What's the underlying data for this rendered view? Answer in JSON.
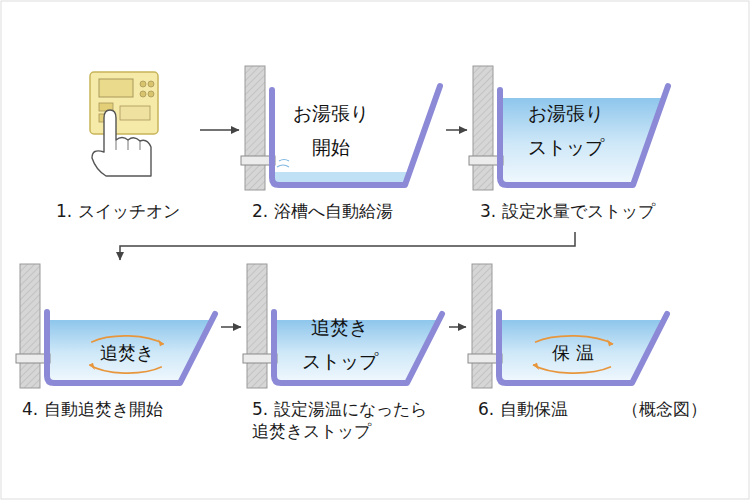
{
  "diagram": {
    "nodes": [
      {
        "text": [
          "1. スイッチオン"
        ]
      },
      {
        "text": [
          "お湯張り 開始",
          "2. 浴槽へ自動給湯"
        ]
      },
      {
        "text": [
          "お湯張り ストップ",
          "3. 設定水量でストップ"
        ]
      },
      {
        "text": [
          "4. 自動追焚き開始"
        ]
      },
      {
        "text": [
          "追焚き"
        ],
        "in": 3
      },
      {
        "text": [
          "追焚き ストップ",
          "5. 設定湯温になったら 追焚きストップ"
        ]
      },
      {
        "text": [
          "6. 自動保温"
        ]
      },
      {
        "text": [
          "保 温"
        ],
        "in": 6
      }
    ],
    "edges": [
      {
        "from": 0,
        "to": 1,
        "arrow": "to"
      },
      {
        "from": 1,
        "to": 2,
        "arrow": "to"
      },
      {
        "from": 2,
        "to": 3,
        "arrow": "to"
      },
      {
        "from": 3,
        "to": 5,
        "arrow": "to"
      },
      {
        "from": 5,
        "to": 6,
        "arrow": "to"
      }
    ],
    "labels": [
      "（概念図）"
    ]
  }
}
